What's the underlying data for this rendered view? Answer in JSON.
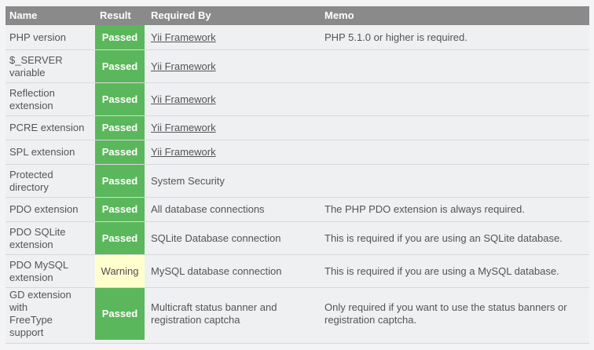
{
  "page": {
    "background_color": "#F4F4F6",
    "header_background_color": "#8A8A8A",
    "row_background_color": "#EFF0F2",
    "divider_color": "#D8D8DA"
  },
  "table": {
    "headers": {
      "name": "Name",
      "result": "Result",
      "required_by": "Required By",
      "memo": "Memo"
    },
    "status_colors": {
      "passed": "#5BB75B",
      "warning": "#FFFFCE"
    },
    "rows": [
      {
        "name": "PHP version",
        "result": "Passed",
        "status": "passed",
        "required_by": "Yii Framework",
        "required_by_link": true,
        "memo": "PHP 5.1.0 or higher is required."
      },
      {
        "name": "$_SERVER\nvariable",
        "result": "Passed",
        "status": "passed",
        "required_by": "Yii Framework",
        "required_by_link": true,
        "memo": ""
      },
      {
        "name": "Reflection\nextension",
        "result": "Passed",
        "status": "passed",
        "required_by": "Yii Framework",
        "required_by_link": true,
        "memo": ""
      },
      {
        "name": "PCRE extension",
        "result": "Passed",
        "status": "passed",
        "required_by": "Yii Framework",
        "required_by_link": true,
        "memo": ""
      },
      {
        "name": "SPL extension",
        "result": "Passed",
        "status": "passed",
        "required_by": "Yii Framework",
        "required_by_link": true,
        "memo": ""
      },
      {
        "name": "Protected\ndirectory",
        "result": "Passed",
        "status": "passed",
        "required_by": "System Security",
        "required_by_link": false,
        "memo": ""
      },
      {
        "name": "PDO extension",
        "result": "Passed",
        "status": "passed",
        "required_by": "All database connections",
        "required_by_link": false,
        "memo": "The PHP PDO extension is always required."
      },
      {
        "name": "PDO SQLite\nextension",
        "result": "Passed",
        "status": "passed",
        "required_by": "SQLite Database connection",
        "required_by_link": false,
        "memo": "This is required if you are using an SQLite database."
      },
      {
        "name": "PDO MySQL\nextension",
        "result": "Warning",
        "status": "warning",
        "required_by": "MySQL database connection",
        "required_by_link": false,
        "memo": "This is required if you are using a MySQL database."
      },
      {
        "name": "GD extension\nwith\nFreeType\nsupport",
        "result": "Passed",
        "status": "passed",
        "required_by": "Multicraft status banner and\nregistration captcha",
        "required_by_link": false,
        "memo": "Only required if you want to use the status banners or\nregistration captcha."
      }
    ]
  }
}
